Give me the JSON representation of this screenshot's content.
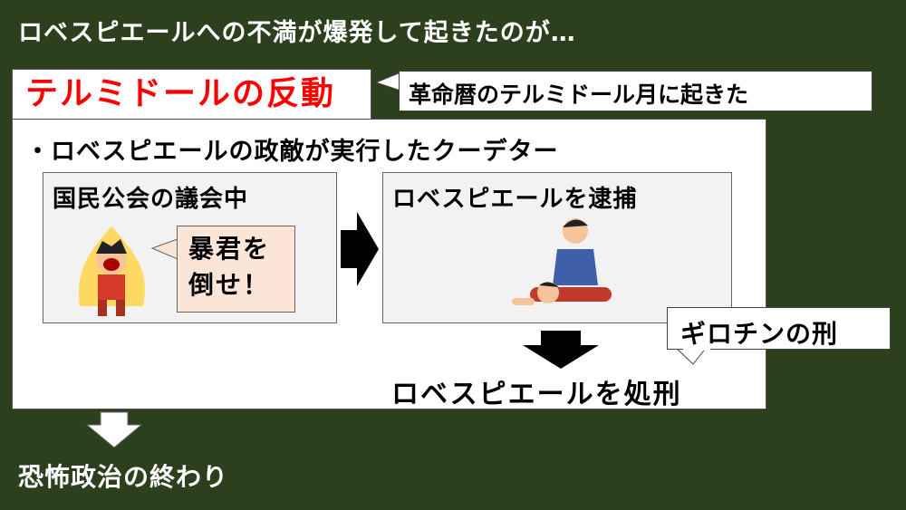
{
  "headline": "ロベスピエールへの不満が爆発して起きたのが…",
  "title": "テルミドールの反動",
  "title_note": "革命暦のテルミドール月に起きた",
  "bullet": "・ロベスピエールの政敵が実行したクーデター",
  "step1": {
    "heading": "国民公会の議会中",
    "speech_line1": "暴君を",
    "speech_line2": "倒せ！"
  },
  "step2": {
    "heading": "ロベスピエールを逮捕"
  },
  "guillotine_note": "ギロチンの刑",
  "result": "ロベスピエールを処刑",
  "conclusion": "恐怖政治の終わり",
  "colors": {
    "background": "#2c401d",
    "title": "#ff0000",
    "speech": "#fbe5d6",
    "panel": "#f2f2f2"
  }
}
